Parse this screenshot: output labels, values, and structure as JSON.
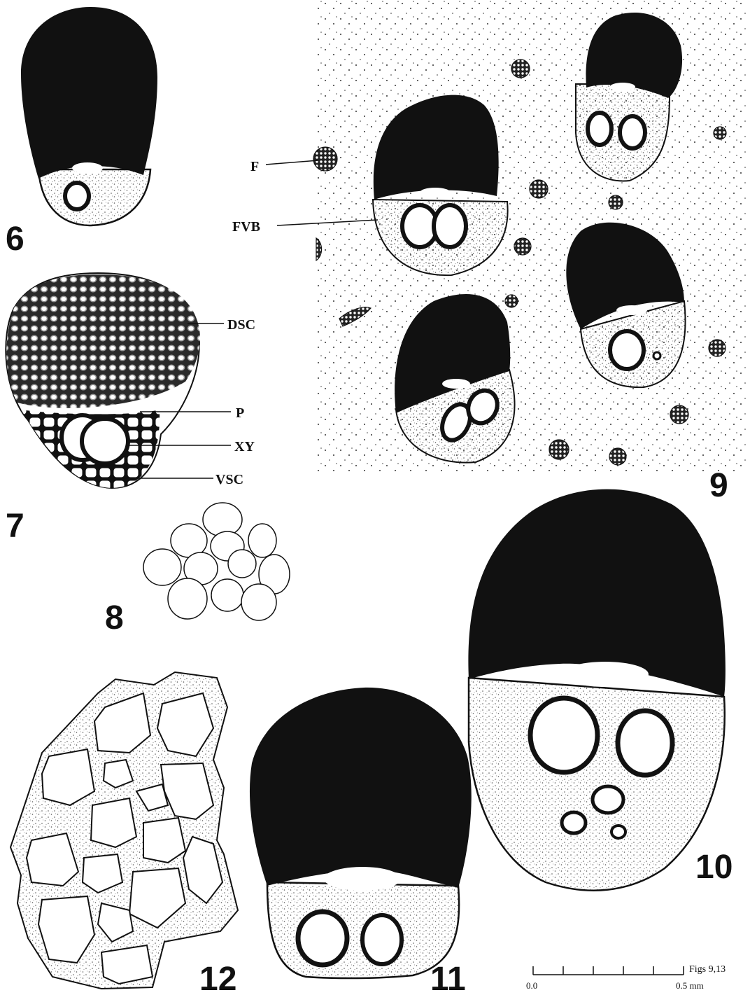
{
  "plate": {
    "figure_numbers": {
      "fig6": "6",
      "fig7": "7",
      "fig8": "8",
      "fig9": "9",
      "fig10": "10",
      "fig11": "11",
      "fig12": "12"
    },
    "fig7_labels": {
      "dsc": "DSC",
      "p": "P",
      "xy": "XY",
      "vsc": "VSC"
    },
    "fig9_labels": {
      "f": "F",
      "fvb": "FVB"
    },
    "scale_bar": {
      "caption": "Figs 9,13",
      "start": "0.0",
      "end": "0.5 mm"
    },
    "colors": {
      "ink": "#111111",
      "paper": "#ffffff",
      "stipple": "#555555"
    }
  }
}
